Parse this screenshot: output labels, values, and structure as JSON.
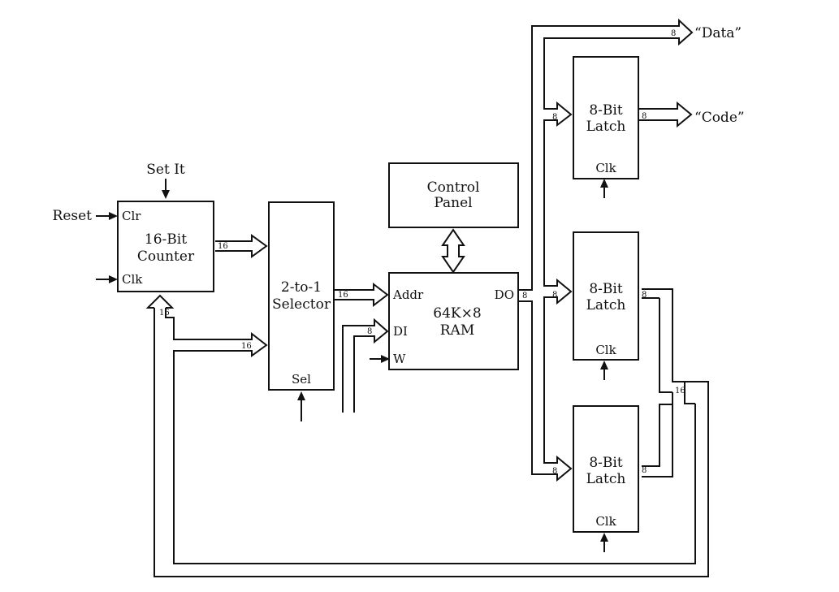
{
  "blocks": {
    "counter": {
      "line1": "16-Bit",
      "line2": "Counter",
      "clr": "Clr",
      "clk": "Clk"
    },
    "selector": {
      "line1": "2-to-1",
      "line2": "Selector",
      "sel": "Sel"
    },
    "ram": {
      "line1": "64K×8",
      "line2": "RAM",
      "addr": "Addr",
      "di": "DI",
      "w": "W",
      "do": "DO"
    },
    "control_panel": {
      "line1": "Control",
      "line2": "Panel"
    },
    "latch_top": {
      "line1": "8-Bit",
      "line2": "Latch",
      "clk": "Clk"
    },
    "latch_middle": {
      "line1": "8-Bit",
      "line2": "Latch",
      "clk": "Clk"
    },
    "latch_bottom": {
      "line1": "8-Bit",
      "line2": "Latch",
      "clk": "Clk"
    }
  },
  "signals": {
    "set_it": "Set It",
    "reset": "Reset",
    "data_out": "“Data”",
    "code_out": "“Code”"
  },
  "bus_widths": {
    "counter_out": "16",
    "counter_feedback": "16",
    "selector_in": "16",
    "selector_out": "16",
    "ram_di": "8",
    "ram_do": "8",
    "data_bus": "8",
    "latch_top_in": "8",
    "latch_top_out": "8",
    "latch_middle_in": "8",
    "latch_middle_out": "8",
    "latch_bottom_in": "8",
    "latch_bottom_out": "8",
    "address_feedback": "16"
  }
}
